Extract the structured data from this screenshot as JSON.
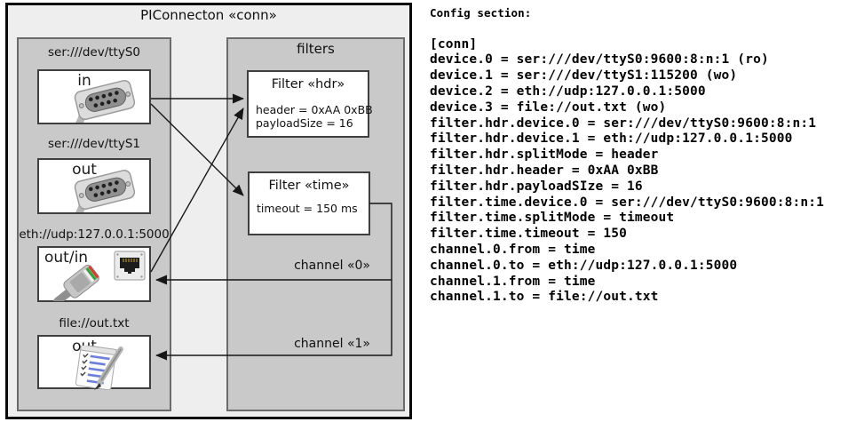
{
  "colors": {
    "page_bg": "#ffffff",
    "outer_bg": "#eeeeee",
    "outer_border": "#0a0a0a",
    "panel_bg": "#c9c9c9",
    "panel_border": "#6b6b6b",
    "box_bg": "#ffffff",
    "box_border": "#3f3f3f",
    "line_color": "#161616"
  },
  "diagram": {
    "title": "PIConnecton «conn»",
    "filters_panel_title": "filters",
    "devices": [
      {
        "label": "ser:///dev/ttyS0",
        "port": "in",
        "icon": "serial-connector-icon"
      },
      {
        "label": "ser:///dev/ttyS1",
        "port": "out",
        "icon": "serial-connector-icon"
      },
      {
        "label": "eth://udp:127.0.0.1:5000",
        "port": "out/in",
        "icon": "ethernet-plug-icon"
      },
      {
        "label": "file://out.txt",
        "port": "out",
        "icon": "notepad-icon"
      }
    ],
    "filters": [
      {
        "title": "Filter «hdr»",
        "attrs": [
          "header = 0xAA 0xBB",
          "payloadSize = 16"
        ]
      },
      {
        "title": "Filter «time»",
        "attrs": [
          "timeout = 150 ms"
        ]
      }
    ],
    "channels": [
      {
        "label": "channel «0»"
      },
      {
        "label": "channel «1»"
      }
    ]
  },
  "config": {
    "heading": "Config section:",
    "lines": [
      "[conn]",
      "device.0 = ser:///dev/ttyS0:9600:8:n:1 (ro)",
      "device.1 = ser:///dev/ttyS1:115200 (wo)",
      "device.2 = eth://udp:127.0.0.1:5000",
      "device.3 = file://out.txt (wo)",
      "filter.hdr.device.0 = ser:///dev/ttyS0:9600:8:n:1",
      "filter.hdr.device.1 = eth://udp:127.0.0.1:5000",
      "filter.hdr.splitMode = header",
      "filter.hdr.header = 0xAA 0xBB",
      "filter.hdr.payloadSIze = 16",
      "filter.time.device.0 = ser:///dev/ttyS0:9600:8:n:1",
      "filter.time.splitMode = timeout",
      "filter.time.timeout = 150",
      "channel.0.from = time",
      "channel.0.to = eth://udp:127.0.0.1:5000",
      "channel.1.from = time",
      "channel.1.to = file://out.txt"
    ]
  }
}
